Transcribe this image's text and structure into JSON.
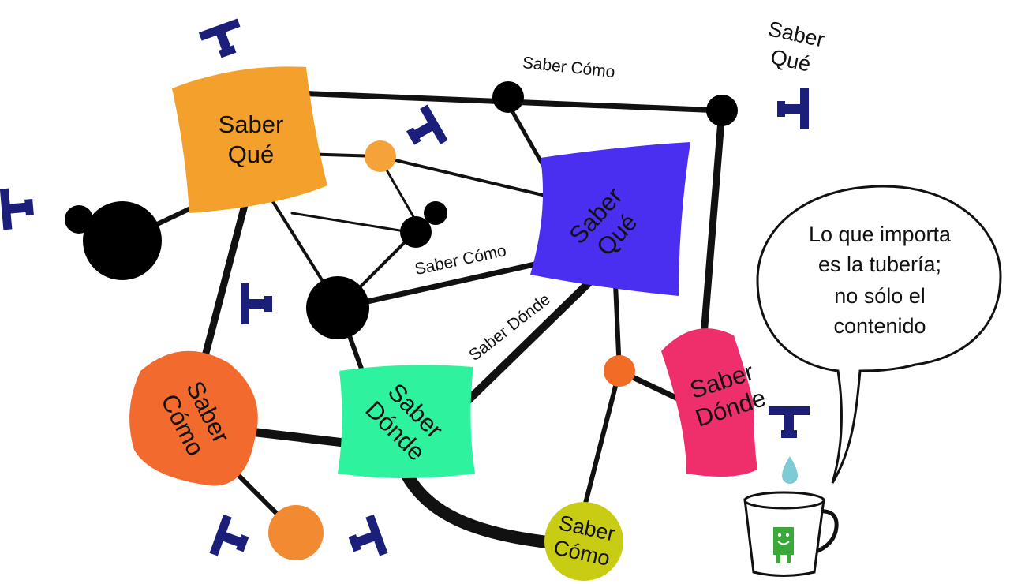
{
  "nodes": {
    "orange_topleft": [
      "Saber",
      "Qué"
    ],
    "blue_center": [
      "Saber",
      "Qué"
    ],
    "top_right_plain": [
      "Saber",
      "Qué"
    ],
    "red_left": [
      "Saber",
      "Cómo"
    ],
    "green_center": [
      "Saber",
      "Dónde"
    ],
    "pink_right": [
      "Saber",
      "Dónde"
    ],
    "yellow_bottom": [
      "Saber",
      "Cómo"
    ]
  },
  "edge_labels": {
    "top": "Saber Cómo",
    "middle": "Saber Cómo",
    "diagonal": "Saber Dónde"
  },
  "speech_bubble": [
    "Lo que importa",
    "es la tubería;",
    "no sólo el",
    "contenido"
  ],
  "colors": {
    "orange": "#f4a02c",
    "blue": "#4a2ff0",
    "red_orange": "#f26a2e",
    "green": "#2ef29e",
    "pink": "#ee2f6c",
    "yellow": "#c8cc12",
    "small_orange": "#f28a32",
    "dot_orange": "#f4a23a",
    "tap": "#1b1f7a",
    "drop": "#7ecbd6",
    "cup_logo": "#3aa83a"
  },
  "icons": [
    "tap-icon",
    "water-drop-icon",
    "cup-icon",
    "smiley-logo-icon"
  ]
}
